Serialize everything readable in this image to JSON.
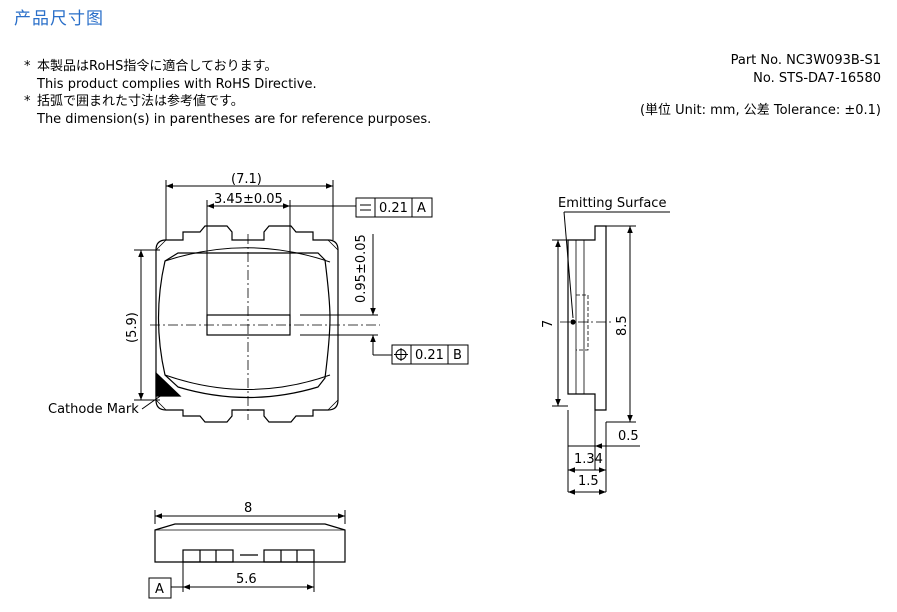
{
  "header": {
    "title": "产品尺寸图"
  },
  "notes": [
    {
      "bullet": "*",
      "line1": "本製品はRoHS指令に適合しております。",
      "line2": "This product complies with RoHS Directive."
    },
    {
      "bullet": "*",
      "line1": "括弧で囲まれた寸法は参考値です。",
      "line2": "The dimension(s) in parentheses are for reference purposes."
    }
  ],
  "part_info": {
    "part_no": "Part No. NC3W093B-S1",
    "doc_no": "No. STS-DA7-16580"
  },
  "tolerance": "(単位 Unit: mm,  公差 Tolerance: ±0.1)",
  "top_view": {
    "dim_width_ref": "(7.1)",
    "dim_emitter_width": "3.45±0.05",
    "dim_height_ref": "(5.9)",
    "dim_offset": "0.95±0.05",
    "flatness_value": "0.21",
    "flatness_datum": "A",
    "position_value": "0.21",
    "position_datum": "B",
    "cathode_label": "Cathode Mark"
  },
  "side_view": {
    "emitting_label": "Emitting Surface",
    "dim_7": "7",
    "dim_8_5": "8.5",
    "dim_0_5": "0.5",
    "dim_1_34": "1.34",
    "dim_1_5": "1.5"
  },
  "bottom_view": {
    "dim_8": "8",
    "dim_5_6": "5.6",
    "datum": "A"
  }
}
